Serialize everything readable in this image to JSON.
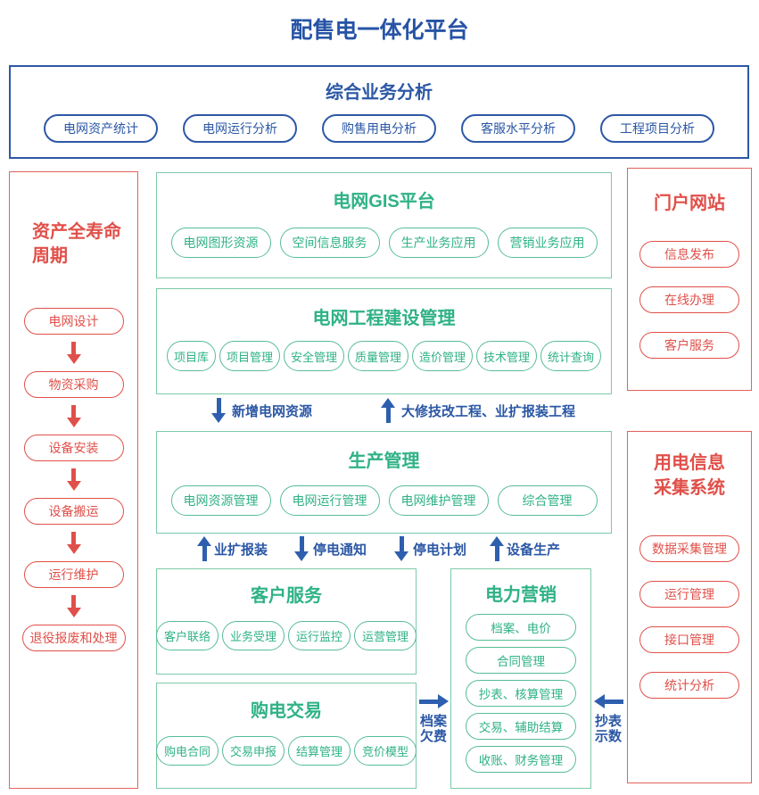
{
  "page_title": "配售电一体化平台",
  "colors": {
    "blue": "#2b57a5",
    "blue_arrow": "#2d5fae",
    "green_text": "#2fb285",
    "green_border": "#57bd95",
    "red": "#e0504a"
  },
  "analysis": {
    "title": "综合业务分析",
    "pills": [
      "电网资产统计",
      "电网运行分析",
      "购售用电分析",
      "客服水平分析",
      "工程项目分析"
    ]
  },
  "lifecycle": {
    "title_line1": "资产全寿命",
    "title_line2": "周期",
    "steps": [
      "电网设计",
      "物资采购",
      "设备安装",
      "设备搬运",
      "运行维护",
      "退役报废和处理"
    ]
  },
  "gis": {
    "title": "电网GIS平台",
    "pills": [
      "电网图形资源",
      "空间信息服务",
      "生产业务应用",
      "营销业务应用"
    ]
  },
  "construction": {
    "title": "电网工程建设管理",
    "pills": [
      "项目库",
      "项目管理",
      "安全管理",
      "质量管理",
      "造价管理",
      "技术管理",
      "统计查询"
    ]
  },
  "production": {
    "title": "生产管理",
    "pills": [
      "电网资源管理",
      "电网运行管理",
      "电网维护管理",
      "综合管理"
    ]
  },
  "customer": {
    "title": "客户服务",
    "pills": [
      "客户联络",
      "业务受理",
      "运行监控",
      "运营管理"
    ]
  },
  "purchase": {
    "title": "购电交易",
    "pills": [
      "购电合同",
      "交易申报",
      "结算管理",
      "竞价模型"
    ]
  },
  "marketing": {
    "title": "电力营销",
    "pills": [
      "档案、电价",
      "合同管理",
      "抄表、核算管理",
      "交易、辅助结算",
      "收账、财务管理"
    ]
  },
  "portal": {
    "title": "门户网站",
    "pills": [
      "信息发布",
      "在线办理",
      "客户服务"
    ]
  },
  "collection": {
    "title_line1": "用电信息",
    "title_line2": "采集系统",
    "pills": [
      "数据采集管理",
      "运行管理",
      "接口管理",
      "统计分析"
    ]
  },
  "flows": {
    "new_grid_resource": {
      "direction": "down",
      "label": "新增电网资源"
    },
    "overhaul": {
      "direction": "up",
      "label": "大修技改工程、业扩报装工程"
    },
    "service_expansion": {
      "direction": "up",
      "label": "业扩报装"
    },
    "outage_notice": {
      "direction": "down",
      "label": "停电通知"
    },
    "outage_plan": {
      "direction": "down",
      "label": "停电计划"
    },
    "equipment_production": {
      "direction": "up",
      "label": "设备生产"
    },
    "archive_arrears": {
      "direction": "right",
      "label_line1": "档案",
      "label_line2": "欠费"
    },
    "meter_reading": {
      "direction": "left",
      "label_line1": "抄表",
      "label_line2": "示数"
    }
  }
}
